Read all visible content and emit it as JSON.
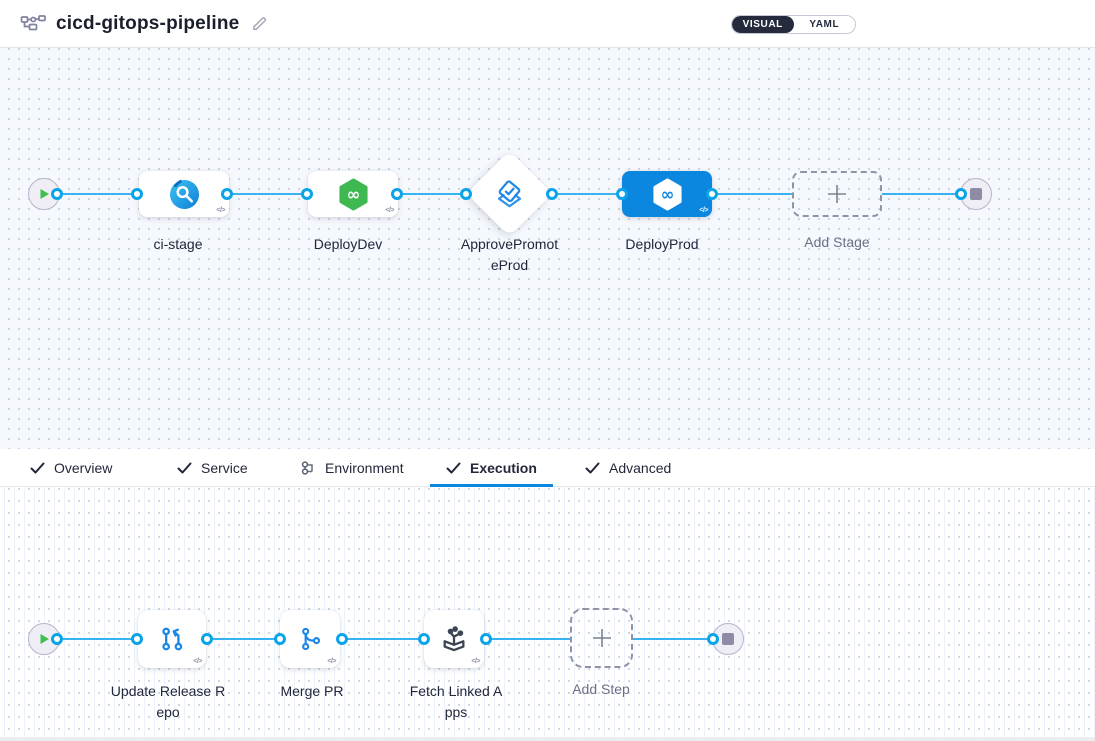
{
  "header": {
    "title": "cicd-gitops-pipeline",
    "toggle": {
      "visual_label": "VISUAL",
      "yaml_label": "YAML",
      "selected": "VISUAL"
    }
  },
  "stage_pipeline": {
    "stages": [
      {
        "name": "ci-stage",
        "icon": "ci-build-icon",
        "selected": false,
        "shape": "card"
      },
      {
        "name": "DeployDev",
        "icon": "cd-hexagon-icon",
        "selected": false,
        "shape": "card"
      },
      {
        "name": "ApprovePromoteProd",
        "icon": "approval-icon",
        "selected": false,
        "shape": "diamond"
      },
      {
        "name": "DeployProd",
        "icon": "cd-hexagon-icon",
        "selected": true,
        "shape": "card"
      }
    ],
    "add_stage_label": "Add Stage"
  },
  "tabs": [
    {
      "label": "Overview",
      "icon": "check-icon",
      "active": false
    },
    {
      "label": "Service",
      "icon": "check-icon",
      "active": false
    },
    {
      "label": "Environment",
      "icon": "environment-icon",
      "active": false
    },
    {
      "label": "Execution",
      "icon": "check-icon",
      "active": true
    },
    {
      "label": "Advanced",
      "icon": "check-icon",
      "active": false
    }
  ],
  "execution_pipeline": {
    "steps": [
      {
        "name": "Update Release Repo",
        "icon": "git-update-icon"
      },
      {
        "name": "Merge PR",
        "icon": "git-merge-icon"
      },
      {
        "name": "Fetch Linked Apps",
        "icon": "fetch-apps-icon"
      }
    ],
    "add_step_label": "Add Step"
  },
  "misc": {
    "code_badge": "</>"
  },
  "colors": {
    "accent_blue": "#0b87e0",
    "connector_blue": "#38b2f1",
    "port_blue": "#0ba4e8",
    "ci_green": "#3eb952",
    "toggle_dark": "#252a3d",
    "canvas_tint": "#f5f8fd"
  }
}
